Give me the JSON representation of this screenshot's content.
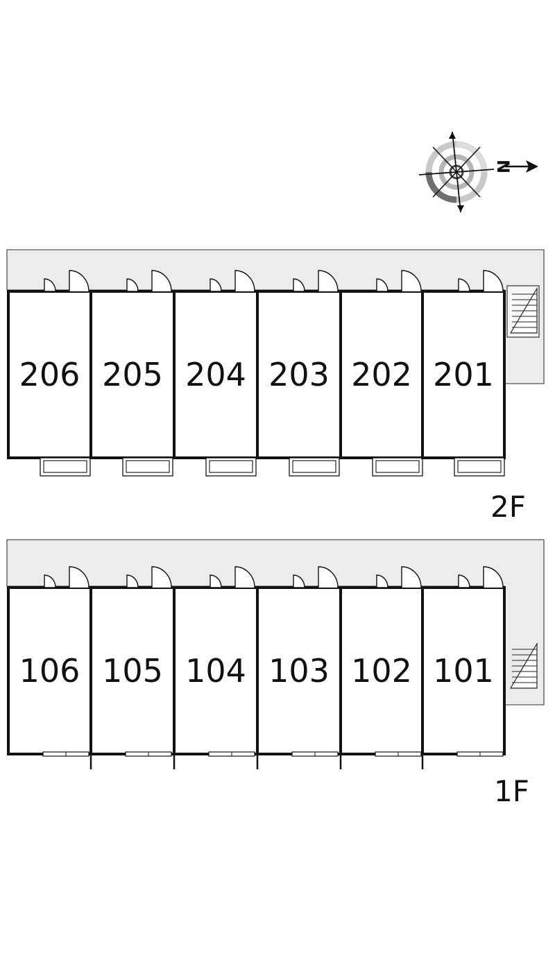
{
  "compass": {
    "north_label": "N",
    "icon": "compass-rose"
  },
  "floors": [
    {
      "id": "2F",
      "label": "2F",
      "units": [
        "206",
        "205",
        "204",
        "203",
        "202",
        "201"
      ]
    },
    {
      "id": "1F",
      "label": "1F",
      "units": [
        "106",
        "105",
        "104",
        "103",
        "102",
        "101"
      ]
    }
  ],
  "colors": {
    "corridor": "#ececec",
    "wall": "#111111",
    "compass_ring": "#8a8a8a"
  }
}
